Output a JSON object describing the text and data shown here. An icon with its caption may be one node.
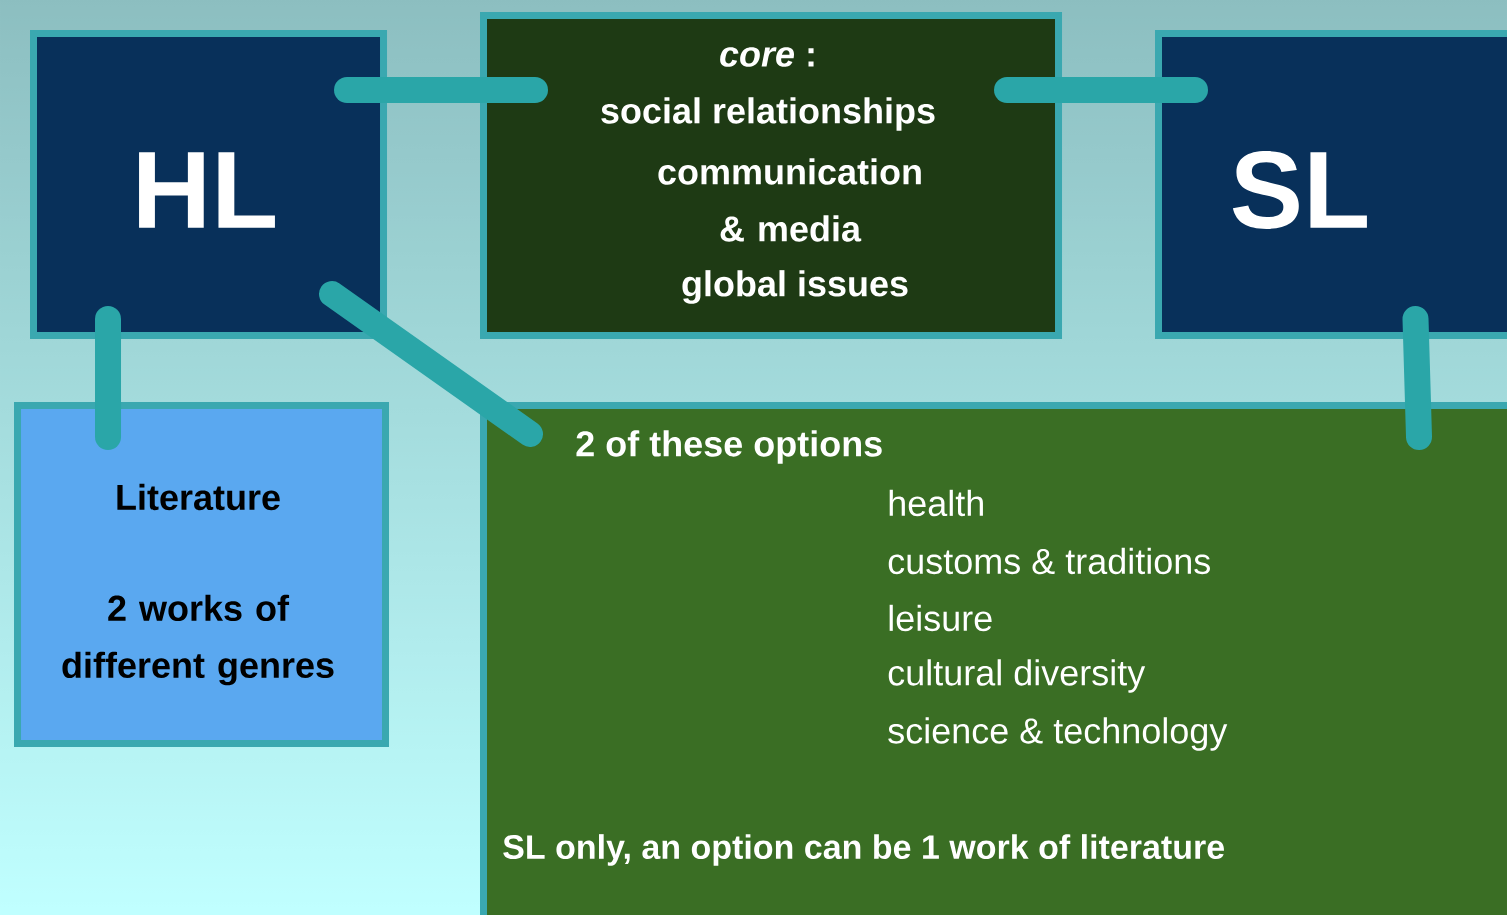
{
  "diagram": {
    "nodes": [
      {
        "text": [
          "HL"
        ]
      },
      {
        "text": [
          "*core* :",
          "social relationships",
          "communication & media",
          "global issues"
        ]
      },
      {
        "text": [
          "SL"
        ]
      },
      {
        "text": [
          "Literature",
          "2 works of different genres"
        ]
      },
      {
        "text": [
          "2 of these options",
          "health",
          "customs & traditions",
          "leisure",
          "cultural diversity",
          "science & technology",
          "SL only, an option can be 1 work of literature"
        ]
      }
    ],
    "edges": [
      {
        "from": 0,
        "to": 1,
        "arrow": "none"
      },
      {
        "from": 1,
        "to": 2,
        "arrow": "none"
      },
      {
        "from": 0,
        "to": 3,
        "arrow": "none"
      },
      {
        "from": 0,
        "to": 4,
        "arrow": "none"
      },
      {
        "from": 2,
        "to": 4,
        "arrow": "none"
      }
    ]
  }
}
